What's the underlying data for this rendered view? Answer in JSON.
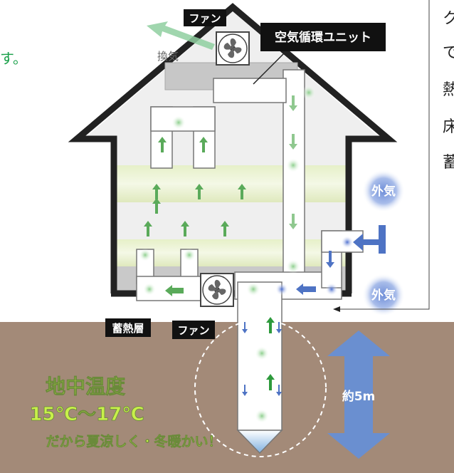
{
  "labels": {
    "fan_top": "ファン",
    "ventilation": "換気",
    "air_unit": "空気循環ユニット",
    "outside_air_top": "外気",
    "outside_air_bottom": "外気",
    "heat_storage": "蓄熱層",
    "fan_bottom": "ファン",
    "ground_temp_title": "地中温度",
    "ground_temp_range": "15℃〜17℃",
    "ground_temp_caption": "だから夏涼しく・冬暖かい！",
    "depth": "約5m"
  },
  "right_column_fragments": [
    "ク",
    "で",
    "熱",
    "床",
    "蓄"
  ],
  "left_fragment": "す。",
  "colors": {
    "ground": "#a38a78",
    "house_outline": "#222222",
    "green_arrow": "#5aaa5a",
    "blue_arrow": "#4e73c4",
    "depth_arrow": "#6a8fd0",
    "ground_text": "#c8f04a"
  }
}
